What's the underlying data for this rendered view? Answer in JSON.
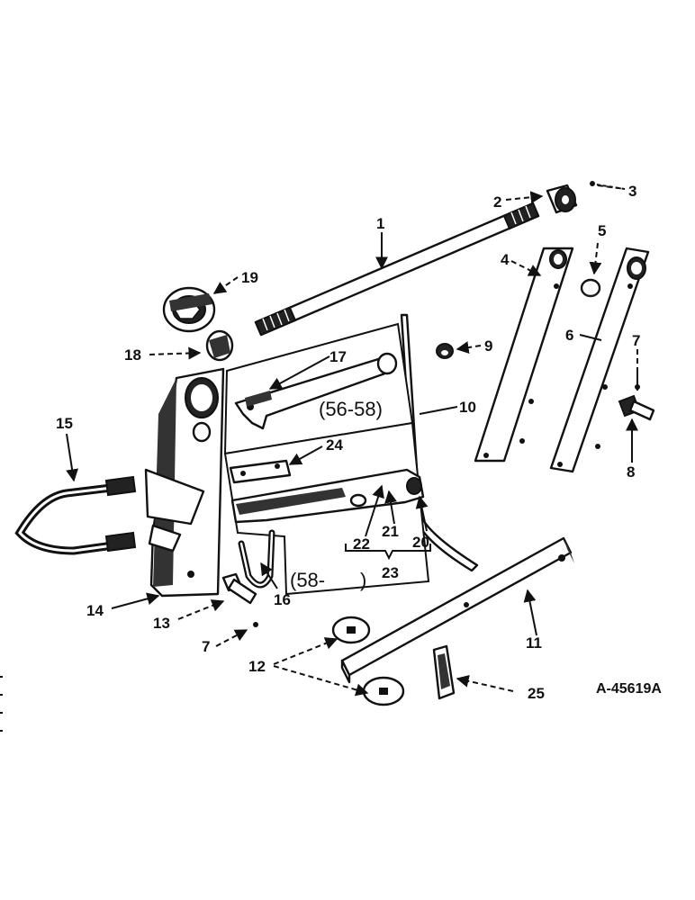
{
  "diagram": {
    "figure_id": "A-45619A",
    "callouts": {
      "c1": "1",
      "c2": "2",
      "c3": "3",
      "c4": "4",
      "c5": "5",
      "c6": "6",
      "c7a": "7",
      "c7b": "7",
      "c8": "8",
      "c9": "9",
      "c10": "10",
      "c11": "11",
      "c12": "12",
      "c13": "13",
      "c14": "14",
      "c15": "15",
      "c16": "16",
      "c17": "17",
      "c18": "18",
      "c19": "19",
      "c20": "20",
      "c21": "21",
      "c22": "22",
      "c23": "23",
      "c24": "24",
      "c25": "25"
    },
    "panel_labels": {
      "upper_panel": "(56-58)",
      "lower_panel_open": "(58-",
      "lower_panel_close": ")"
    }
  }
}
